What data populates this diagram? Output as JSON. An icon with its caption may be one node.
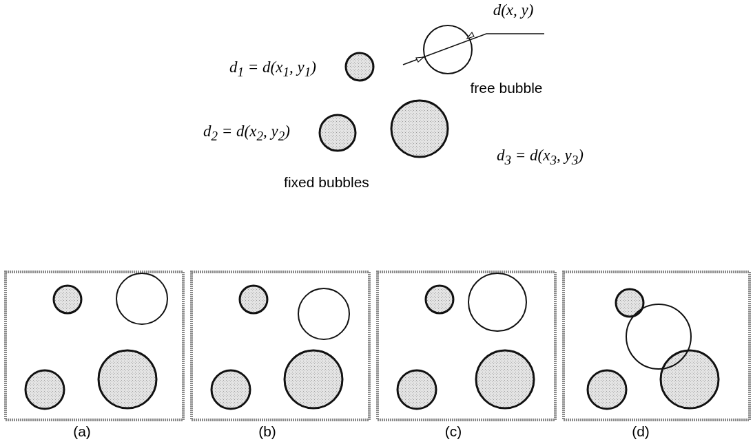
{
  "diagram": {
    "labels": [
      "d(x, y)",
      "d$_{1}$ = d(x$_{1}$, y$_{1}$)",
      "free bubble",
      "d$_{2}$ = d(x$_{2}$, y$_{2}$)",
      "d$_{3}$ = d(x$_{3}$, y$_{3}$)",
      "fixed bubbles",
      "(a)",
      "(b)",
      "(c)",
      "(d)"
    ]
  }
}
